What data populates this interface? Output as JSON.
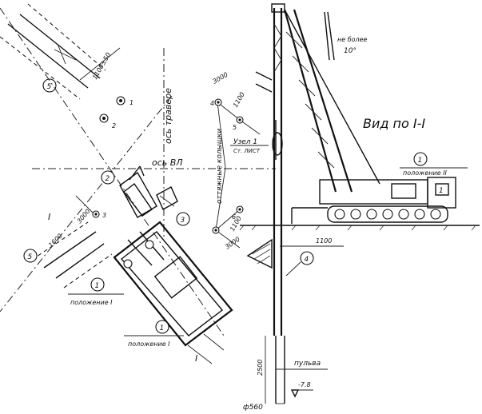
{
  "title": "Вид по I-I",
  "labels": {
    "axis_traverse": "ось травере",
    "axis_row": "ось  ВЛ",
    "anchoring": "оттяжные колышки",
    "node": "Узел 1",
    "node_sub": "Ст. ЛИСТ",
    "tilt_note": "не более",
    "tilt_angle": "10°",
    "position_2": "положение II",
    "position_1a": "положение I",
    "position_1b": "положение I",
    "pile": "пульва",
    "depth_mark": "-7.8",
    "diameter": "ф560",
    "length": "2500"
  },
  "dimensions": {
    "d1100_50": "1100±50",
    "d3000_top": "3000",
    "d1100_top": "1100",
    "d3000_left": "3000",
    "d1600": "1600",
    "d1100_right": "1100",
    "d3000_right": "3000",
    "d1100_bottom": "1100"
  },
  "markers": {
    "m1": "1",
    "m2": "2",
    "m3": "3",
    "m4": "4",
    "m5": "5"
  },
  "point_labels": {
    "p1": "1",
    "p2": "2",
    "p3": "3",
    "p4": "4",
    "p5": "5",
    "p6": "6"
  },
  "section_mark": "I"
}
